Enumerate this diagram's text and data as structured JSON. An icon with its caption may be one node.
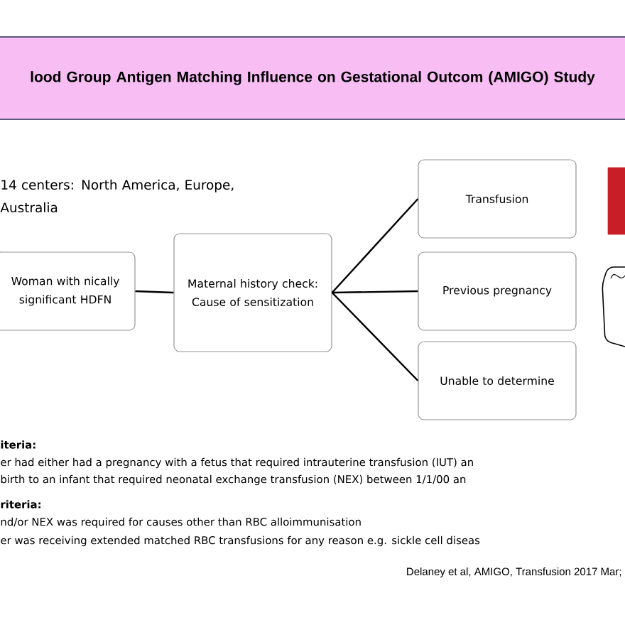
{
  "diagram": {
    "title": "lood Group Antigen Matching Influence on Gestational Outcom (AMIGO) Study",
    "nodes": [
      {
        "text": [
          "Woman with nically significant HDFN"
        ]
      },
      {
        "text": [
          "Maternal history check: Cause of sensitization"
        ]
      },
      {
        "text": [
          "Transfusion"
        ]
      },
      {
        "text": [
          "Previous pregnancy"
        ]
      },
      {
        "text": [
          "Unable to determine"
        ]
      }
    ],
    "edges": [
      {
        "from": 0,
        "to": 1,
        "arrow": "none"
      },
      {
        "from": 1,
        "to": 2,
        "arrow": "none"
      },
      {
        "from": 1,
        "to": 3,
        "arrow": "none"
      },
      {
        "from": 1,
        "to": 4,
        "arrow": "none"
      }
    ],
    "labels": [
      "14 centers:  North America, Europe, Australia",
      "iteria:",
      "er had either had a pregnancy with a fetus that required intrauterine transfusion (IUT) an",
      "birth to an infant that required neonatal exchange transfusion (NEX) between 1/1/00 an",
      "riteria:",
      "nd/or NEX was required for causes other than RBC alloimmunisation",
      "er was receiving extended matched RBC transfusions for any reason e.g. sickle cell diseas",
      "Delaney et al, AMIGO, Transfusion 2017 Mar;"
    ]
  }
}
